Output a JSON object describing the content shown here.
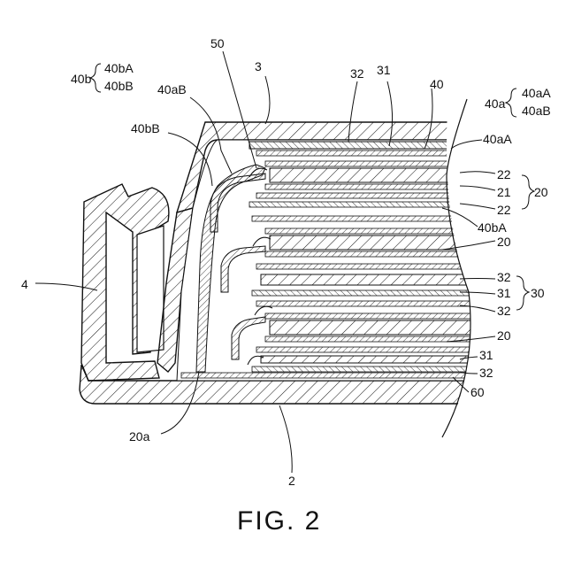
{
  "figure": {
    "caption": "FIG. 2"
  },
  "labels": {
    "l_40b": "40b",
    "l_40bA_top": "40bA",
    "l_40bB_top": "40bB",
    "l_50": "50",
    "l_3": "3",
    "l_32_top": "32",
    "l_31_top": "31",
    "l_40": "40",
    "l_40a": "40a",
    "l_40aA_top": "40aA",
    "l_40aB_top": "40aB",
    "l_40aB": "40aB",
    "l_40bB": "40bB",
    "l_40aA": "40aA",
    "l_22a": "22",
    "l_21": "21",
    "l_22b": "22",
    "l_20_brace": "20",
    "l_40bA": "40bA",
    "l_20_mid": "20",
    "l_4": "4",
    "l_32a": "32",
    "l_31a": "31",
    "l_32b": "32",
    "l_30_brace": "30",
    "l_20_low": "20",
    "l_31b": "31",
    "l_32c": "32",
    "l_60": "60",
    "l_20a": "20a",
    "l_2": "2"
  },
  "colors": {
    "line": "#111111",
    "background": "#ffffff"
  }
}
